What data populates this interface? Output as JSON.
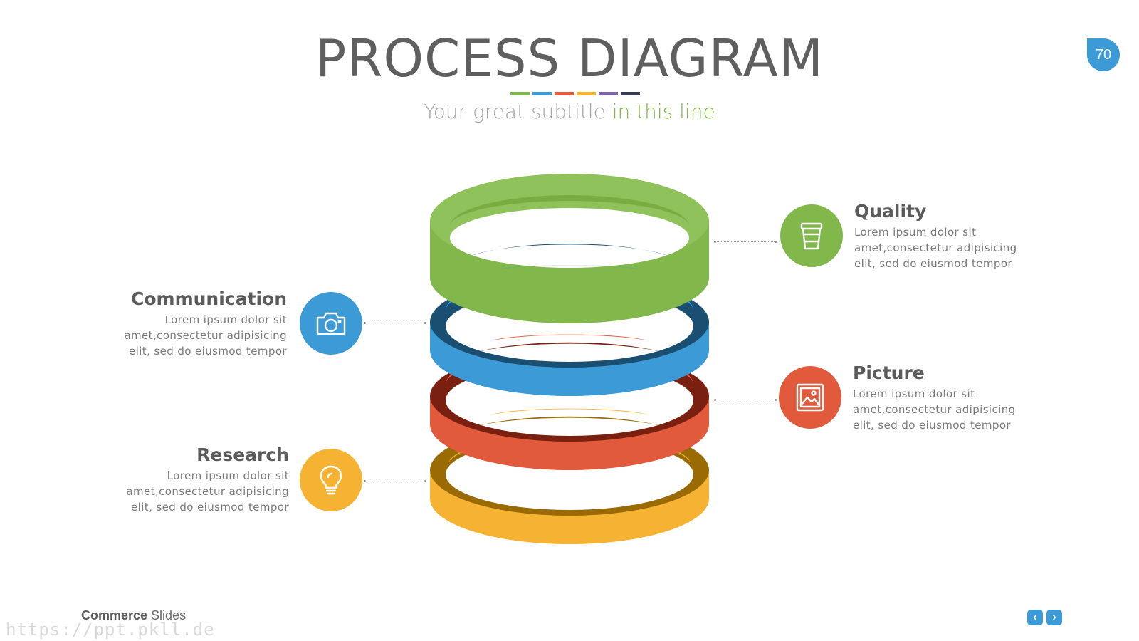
{
  "header": {
    "title": "PROCESS DIAGRAM",
    "subtitle_plain": "Your great subtitle ",
    "subtitle_accent": "in this line",
    "page_number": "70",
    "strip_colors": [
      "#82b74b",
      "#3c9bd6",
      "#e15a3c",
      "#f6b333",
      "#7d63a5",
      "#3b3f55"
    ]
  },
  "colors": {
    "green": "#82b74b",
    "blue": "#3c9bd6",
    "red": "#e15a3c",
    "yellow": "#f6b333"
  },
  "steps": [
    {
      "id": "quality",
      "title": "Quality",
      "body": "Lorem ipsum dolor sit amet,consectetur adipisicing elit, sed do eiusmod tempor",
      "icon": "cup-icon",
      "color": "#82b74b"
    },
    {
      "id": "communication",
      "title": "Communication",
      "body": "Lorem ipsum dolor sit amet,consectetur adipisicing elit, sed do eiusmod tempor",
      "icon": "camera-icon",
      "color": "#3c9bd6"
    },
    {
      "id": "picture",
      "title": "Picture",
      "body": "Lorem ipsum dolor sit amet,consectetur adipisicing elit, sed do eiusmod tempor",
      "icon": "picture-icon",
      "color": "#e15a3c"
    },
    {
      "id": "research",
      "title": "Research",
      "body": "Lorem ipsum dolor sit amet,consectetur adipisicing elit, sed do eiusmod tempor",
      "icon": "lightbulb-icon",
      "color": "#f6b333"
    }
  ],
  "footer": {
    "brand_bold": "Commerce",
    "brand_rest": " Slides",
    "watermark": "https://ppt.pkll.de",
    "prev_glyph": "‹",
    "next_glyph": "›"
  }
}
